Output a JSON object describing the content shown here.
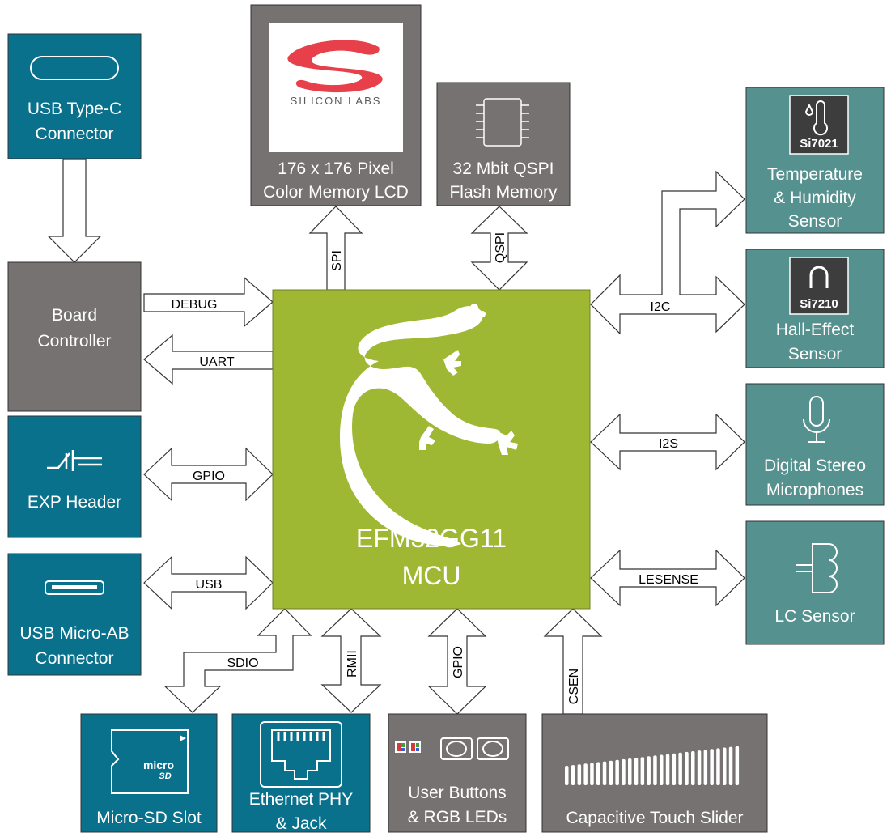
{
  "colors": {
    "teal_dark": "#09718c",
    "teal_light": "#55918f",
    "gray": "#757271",
    "mcu_green": "#9eb833",
    "arrow_stroke": "#333333"
  },
  "blocks": {
    "usb_c": [
      "USB Type-C",
      "Connector"
    ],
    "lcd": [
      "176 x 176 Pixel",
      "Color Memory LCD"
    ],
    "flash": [
      "32 Mbit QSPI",
      "Flash Memory"
    ],
    "temp": [
      "Temperature",
      "& Humidity",
      "Sensor"
    ],
    "temp_chip": "Si7021",
    "hall": [
      "Hall-Effect",
      "Sensor"
    ],
    "hall_chip": "Si7210",
    "board_controller": [
      "Board",
      "Controller"
    ],
    "exp_header": [
      "EXP Header"
    ],
    "mics": [
      "Digital Stereo",
      "Microphones"
    ],
    "usb_micro": [
      "USB Micro-AB",
      "Connector"
    ],
    "lc_sensor": [
      "LC Sensor"
    ],
    "microsd": [
      "Micro-SD Slot"
    ],
    "ethernet": [
      "Ethernet PHY",
      "& Jack"
    ],
    "buttons": [
      "User Buttons",
      "& RGB LEDs"
    ],
    "slider": [
      "Capacitive Touch Slider"
    ],
    "mcu": [
      "EFM32GG11",
      "MCU"
    ]
  },
  "logo": {
    "text": "SILICON LABS"
  },
  "microsd_logo": {
    "line1": "micro",
    "line2": "SD"
  },
  "buses": {
    "debug": "DEBUG",
    "uart": "UART",
    "gpio_exp": "GPIO",
    "usb": "USB",
    "spi": "SPI",
    "qspi": "QSPI",
    "i2c": "I2C",
    "i2s": "I2S",
    "lesense": "LESENSE",
    "sdio": "SDIO",
    "rmii": "RMII",
    "gpio_btn": "GPIO",
    "csen": "CSEN"
  }
}
